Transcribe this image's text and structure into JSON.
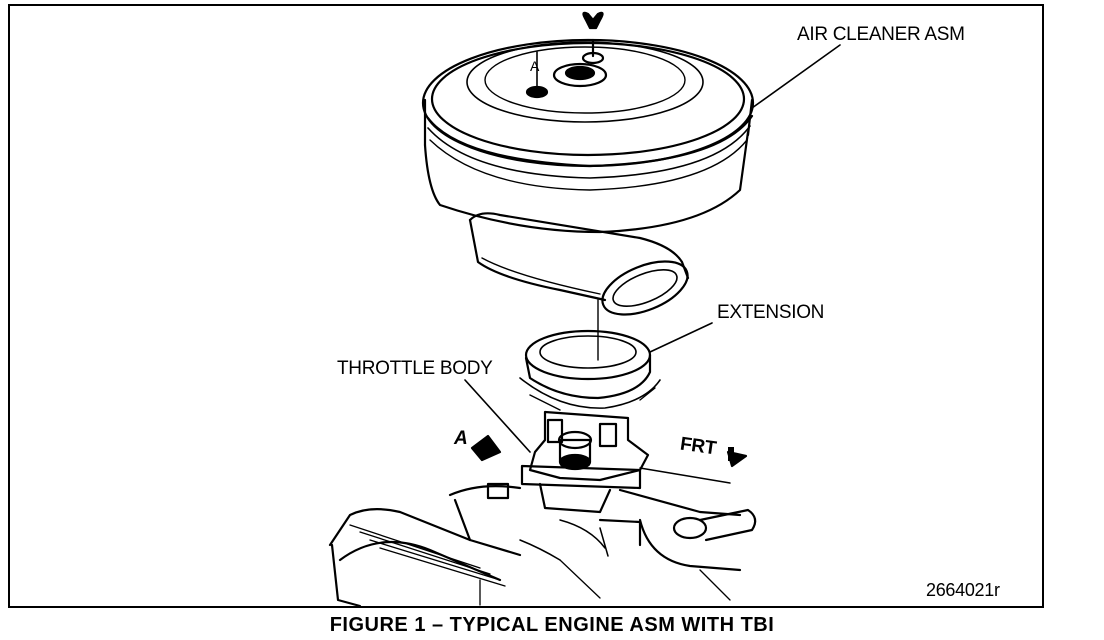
{
  "labels": {
    "air_cleaner": "AIR CLEANER ASM",
    "extension": "EXTENSION",
    "throttle_body": "THROTTLE BODY",
    "arrow_a": "A",
    "front": "FRT",
    "view_a_mark": "A"
  },
  "figure_number": "2664021r",
  "caption": "FIGURE 1 – TYPICAL ENGINE ASM WITH TBI",
  "icons": [
    "wing-nut-icon",
    "direction-arrow-icon"
  ]
}
